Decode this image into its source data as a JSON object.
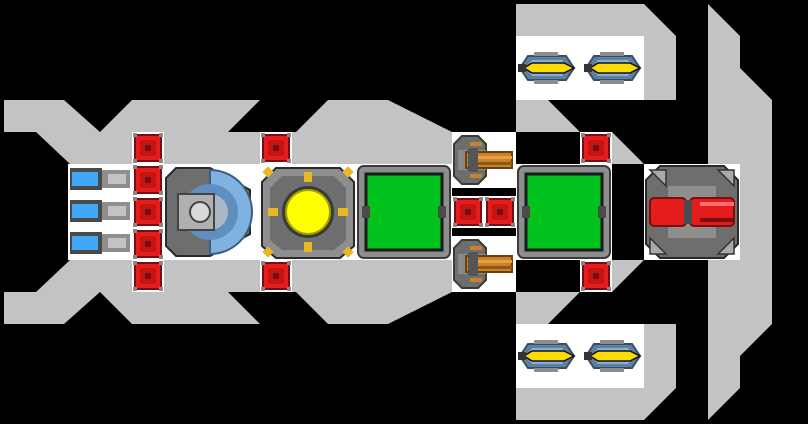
{
  "colors": {
    "background": "#000000",
    "hull": "#c3c3c3",
    "module_metal": "#8e8e8e",
    "module_dark": "#4a4a4a",
    "armor_red": "#e51c1c",
    "armor_dark": "#7a0d0d",
    "reactor_yellow": "#ffff00",
    "cargo_green": "#00c21d",
    "shield_blue": "#7fb2e0",
    "thruster_blue": "#3fa9f5",
    "missile_yellow": "#ffdc00",
    "cannon_orange": "#c8822a",
    "accent_gold": "#e8b923"
  },
  "ship": {
    "hull": {
      "shape": "hull-outline"
    },
    "modules": [
      {
        "type": "thruster",
        "icon": "thruster-icon"
      },
      {
        "type": "thruster",
        "icon": "thruster-icon"
      },
      {
        "type": "thruster",
        "icon": "thruster-icon"
      },
      {
        "type": "armor-block",
        "icon": "armor-block-icon"
      },
      {
        "type": "shield-generator",
        "icon": "shield-generator-icon"
      },
      {
        "type": "reactor",
        "icon": "reactor-icon"
      },
      {
        "type": "cargo-hold",
        "icon": "cargo-hold-icon"
      },
      {
        "type": "cargo-hold",
        "icon": "cargo-hold-icon"
      },
      {
        "type": "cannon-turret",
        "icon": "cannon-turret-icon"
      },
      {
        "type": "missile-launcher",
        "icon": "missile-launcher-icon"
      },
      {
        "type": "laser-turret",
        "icon": "laser-turret-icon"
      }
    ]
  }
}
